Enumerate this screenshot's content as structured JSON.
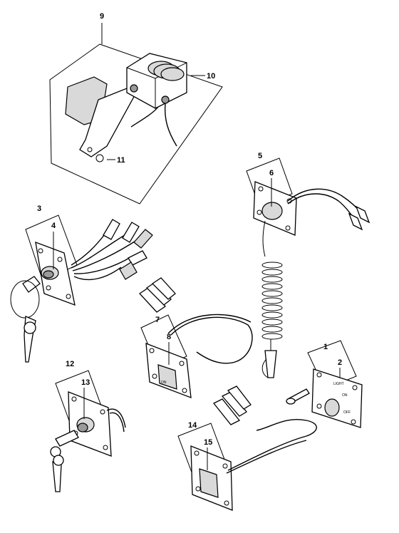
{
  "callouts": {
    "c1": "1",
    "c2": "2",
    "c3": "3",
    "c4": "4",
    "c5": "5",
    "c6": "6",
    "c7": "7",
    "c8": "8",
    "c9": "9",
    "c10": "10",
    "c11": "11",
    "c12": "12",
    "c13": "13",
    "c14": "14",
    "c15": "15"
  },
  "panel_text": {
    "light": "LIGHT",
    "on": "ON",
    "off": "OFF",
    "switch_on": "ON"
  }
}
